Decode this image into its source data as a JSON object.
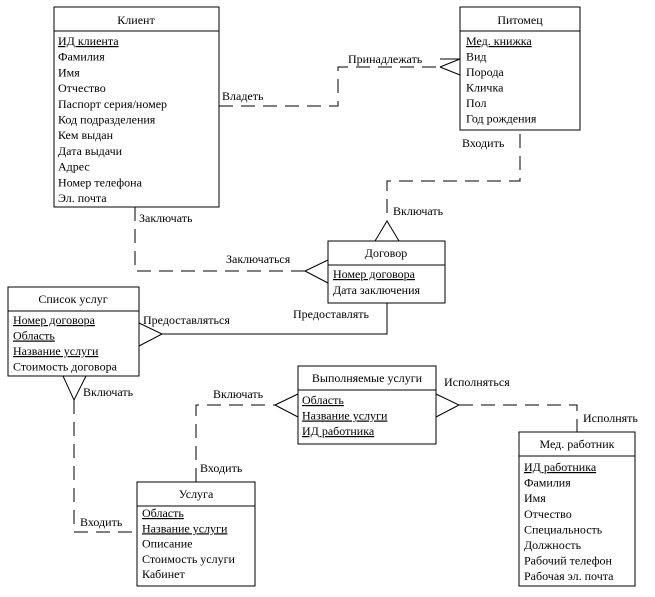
{
  "entities": {
    "klient": {
      "title": "Клиент",
      "attributes": [
        {
          "text": "ИД клиента",
          "key": true
        },
        {
          "text": "Фамилия",
          "key": false
        },
        {
          "text": "Имя",
          "key": false
        },
        {
          "text": "Отчество",
          "key": false
        },
        {
          "text": "Паспорт серия/номер",
          "key": false
        },
        {
          "text": "Код подразделения",
          "key": false
        },
        {
          "text": "Кем выдан",
          "key": false
        },
        {
          "text": "Дата выдачи",
          "key": false
        },
        {
          "text": "Адрес",
          "key": false
        },
        {
          "text": "Номер телефона",
          "key": false
        },
        {
          "text": "Эл. почта",
          "key": false
        }
      ]
    },
    "pitomets": {
      "title": "Питомец",
      "attributes": [
        {
          "text": "Мед. книжка",
          "key": true
        },
        {
          "text": "Вид",
          "key": false
        },
        {
          "text": "Порода",
          "key": false
        },
        {
          "text": "Кличка",
          "key": false
        },
        {
          "text": "Пол",
          "key": false
        },
        {
          "text": "Год рождения",
          "key": false
        }
      ]
    },
    "dogovor": {
      "title": "Договор",
      "attributes": [
        {
          "text": "Номер договора",
          "key": true
        },
        {
          "text": "Дата заключения",
          "key": false
        }
      ]
    },
    "spisok": {
      "title": "Список услуг",
      "attributes": [
        {
          "text": "Номер договора",
          "key": true
        },
        {
          "text": "Область",
          "key": true
        },
        {
          "text": "Название услуги",
          "key": true
        },
        {
          "text": "Стоимость договора",
          "key": false
        }
      ]
    },
    "vypolnyaemye": {
      "title": "Выполняемые услуги",
      "attributes": [
        {
          "text": "Область",
          "key": true
        },
        {
          "text": "Название услуги",
          "key": true
        },
        {
          "text": "ИД работника",
          "key": true
        }
      ]
    },
    "usluga": {
      "title": "Услуга",
      "attributes": [
        {
          "text": "Область",
          "key": true
        },
        {
          "text": "Название услуги",
          "key": true
        },
        {
          "text": "Описание",
          "key": false
        },
        {
          "text": "Стоимость услуги",
          "key": false
        },
        {
          "text": "Кабинет",
          "key": false
        }
      ]
    },
    "medrabotnik": {
      "title": "Мед. работник",
      "attributes": [
        {
          "text": "ИД работника",
          "key": true
        },
        {
          "text": "Фамилия",
          "key": false
        },
        {
          "text": "Имя",
          "key": false
        },
        {
          "text": "Отчество",
          "key": false
        },
        {
          "text": "Специальность",
          "key": false
        },
        {
          "text": "Должность",
          "key": false
        },
        {
          "text": "Рабочий телефон",
          "key": false
        },
        {
          "text": "Рабочая эл. почта",
          "key": false
        }
      ]
    }
  },
  "labels": {
    "vladet": "Владеть",
    "prinadlezhat": "Принадлежать",
    "vhodit_pitomets": "Входить",
    "vklyuchat_dogovor": "Включать",
    "zaklyuchat": "Заключать",
    "zaklyuchatsya": "Заключаться",
    "predostavlyatsya": "Предоставляться",
    "predostavlyat": "Предоставлять",
    "vklyuchat_spisok": "Включать",
    "vhodit_spisok": "Входить",
    "vklyuchat_vypoln": "Включать",
    "vhodit_usluga": "Входить",
    "ispolnyatsya": "Исполняться",
    "ispolnyat": "Исполнять"
  }
}
